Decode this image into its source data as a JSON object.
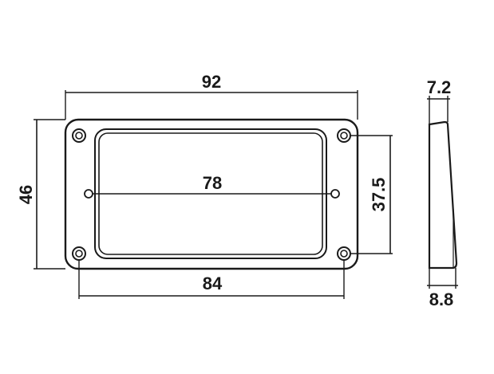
{
  "dimensions": {
    "top_width": "92",
    "height": "46",
    "mount_hole_spacing": "78",
    "right_vertical": "37.5",
    "bottom_width": "84",
    "profile_top": "7.2",
    "profile_bottom": "8.8"
  }
}
